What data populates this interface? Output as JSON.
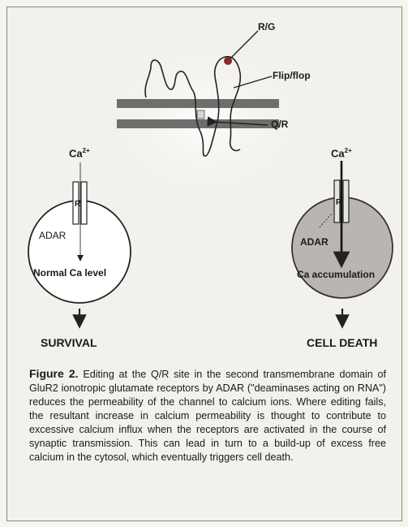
{
  "labels": {
    "rg": "R/G",
    "flipflop": "Flip/flop",
    "qr": "Q/R",
    "ca_left": "Ca",
    "ca_left_sup": "2+",
    "ca_right": "Ca",
    "ca_right_sup": "2+",
    "r_left": "R",
    "r_right": "R",
    "adar_left": "ADAR",
    "adar_right": "ADAR",
    "normal": "Normal Ca level",
    "accumulation": "Ca accumulation"
  },
  "outcomes": {
    "left": "SURVIVAL",
    "right": "CELL DEATH"
  },
  "caption": {
    "label": "Figure 2.",
    "text": "Editing at the Q/R site in the second transmembrane domain of GluR2 ionotropic glutamate receptors by ADAR (\"deaminases acting on RNA\") reduces the permeability of the channel to calcium ions. Where editing fails, the resultant increase in calcium permeability is thought to contribute to excessive calcium influx when the receptors are activated in the course of synaptic transmission. This can lead in turn to a build-up of excess free calcium in the cytosol, which eventually triggers cell death."
  },
  "colors": {
    "membrane": "#6f6e6c",
    "cell_dark": "#b9b6b2",
    "background": "#f3f1ec"
  }
}
